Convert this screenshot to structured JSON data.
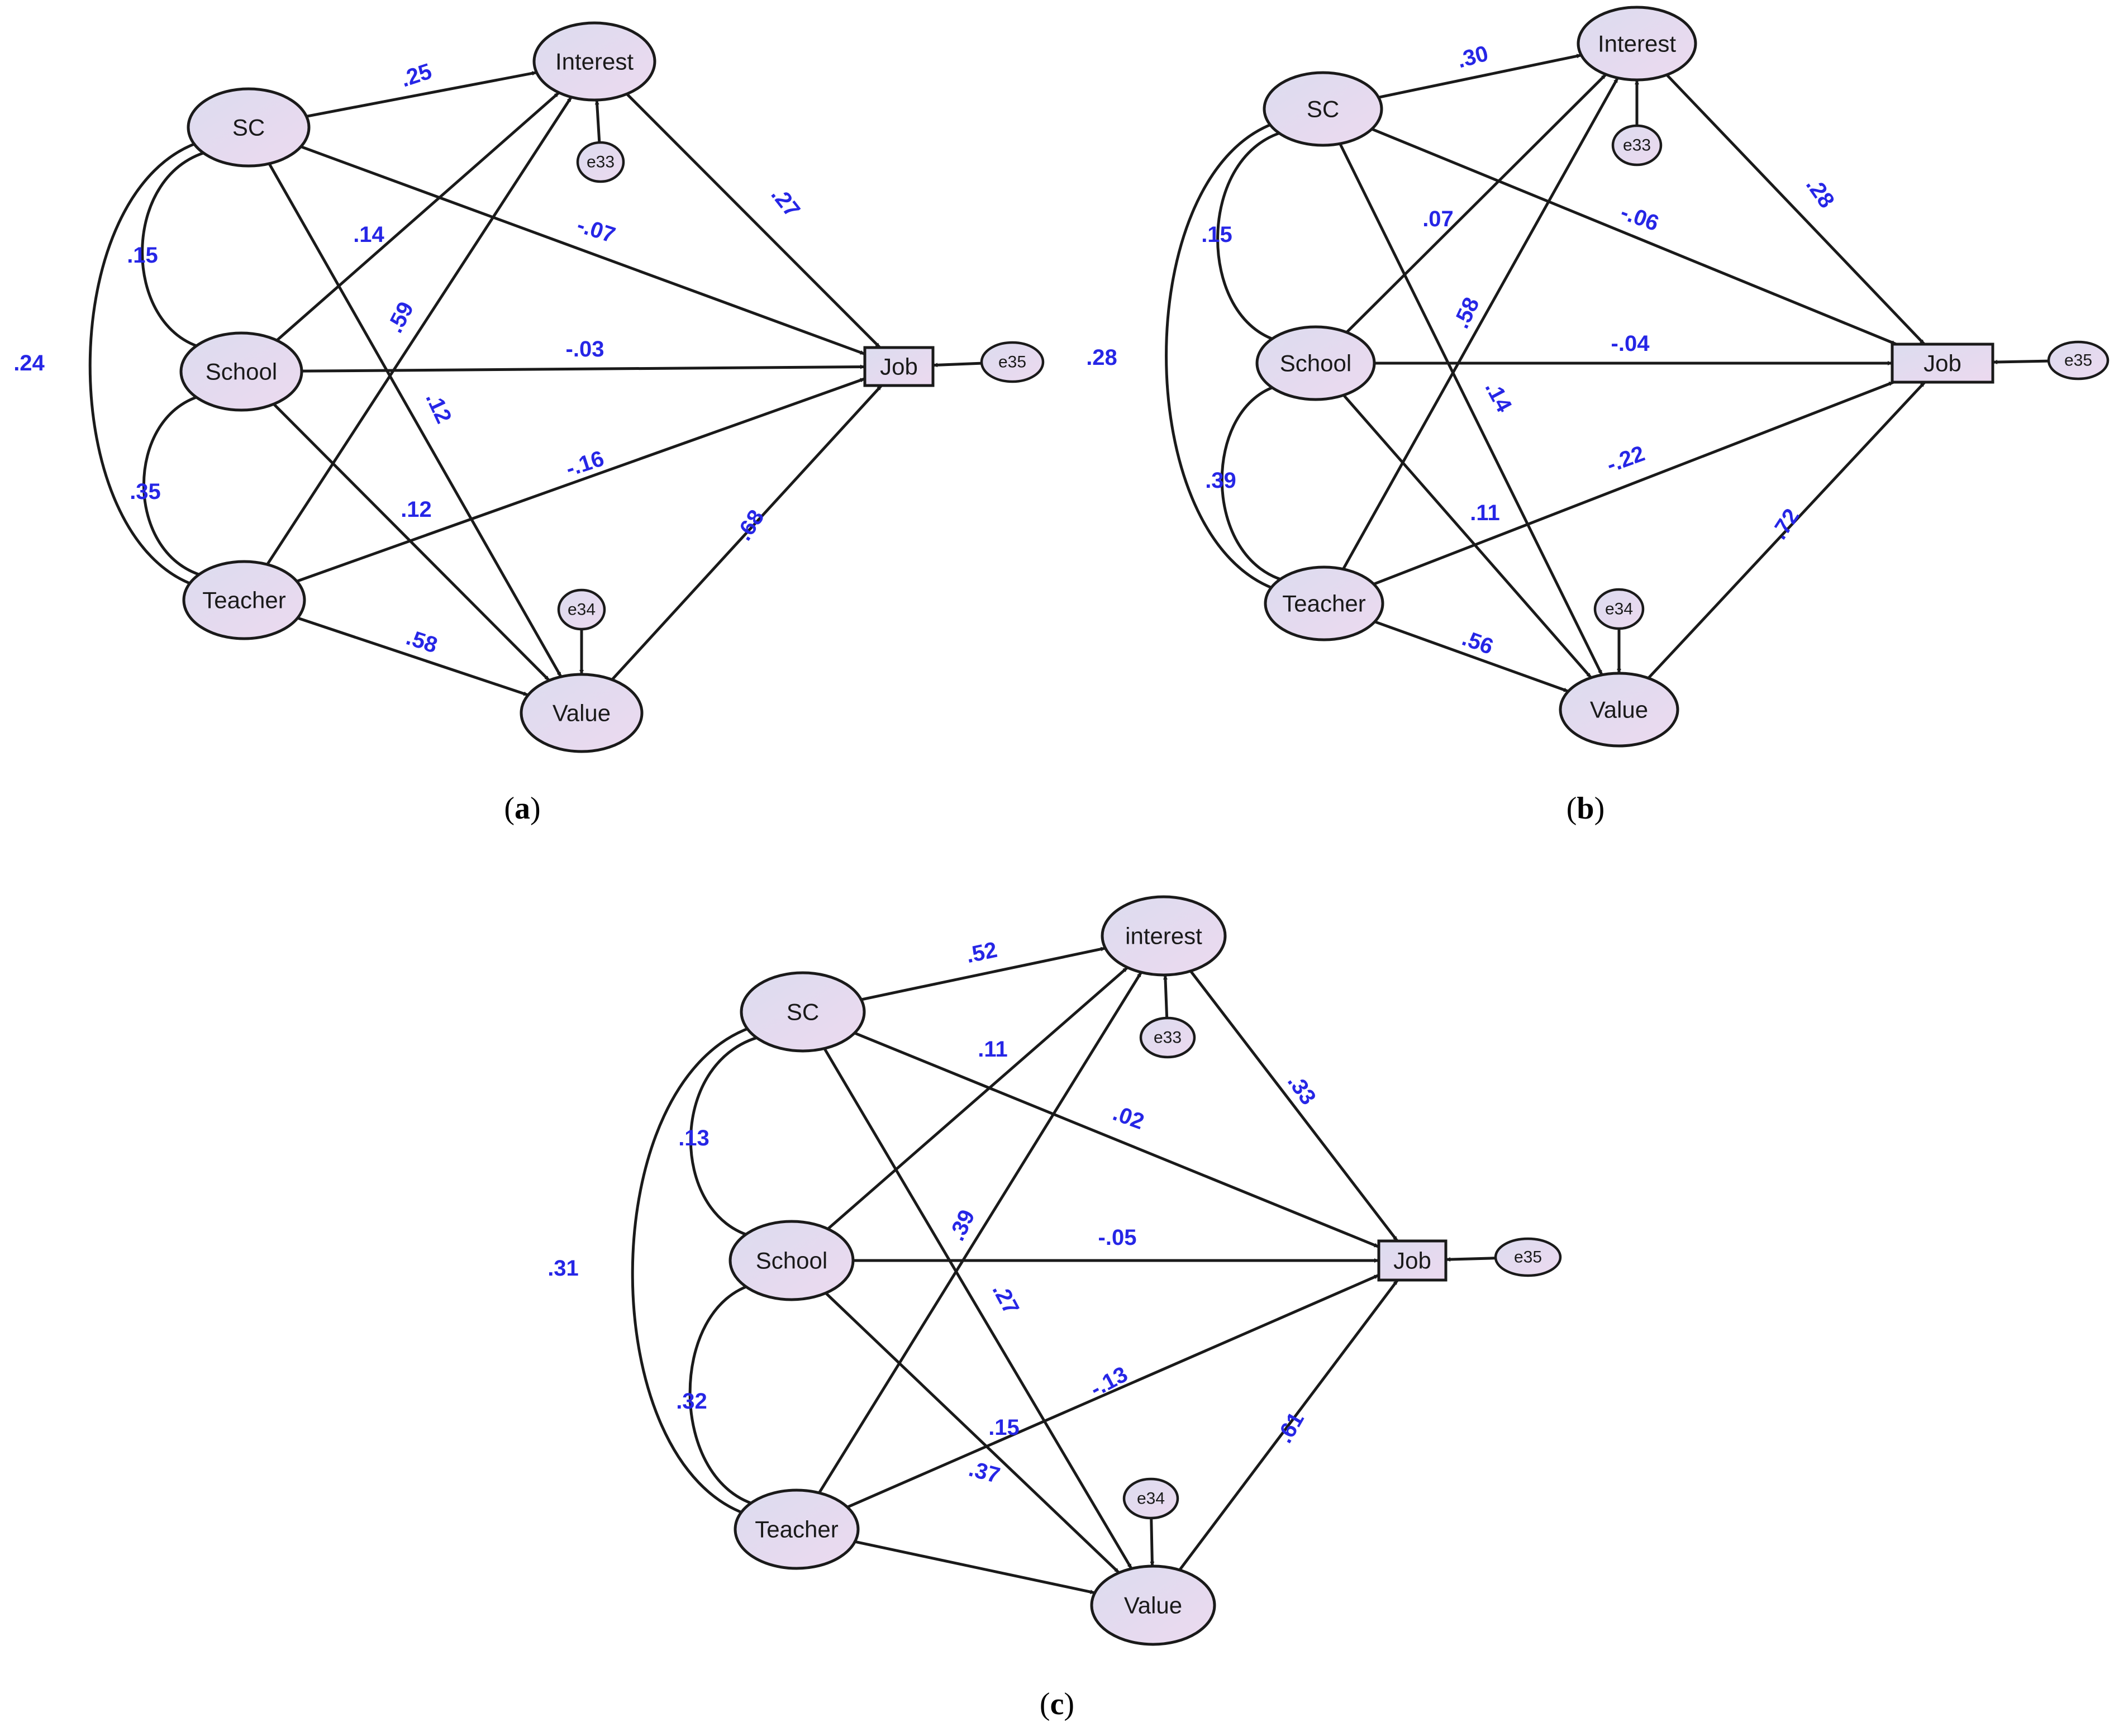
{
  "panels": [
    {
      "id": "a",
      "caption": "a",
      "nodes": {
        "sc": "SC",
        "school": "School",
        "teacher": "Teacher",
        "interest": "Interest",
        "value": "Value",
        "job": "Job",
        "e33": "e33",
        "e34": "e34",
        "e35": "e35"
      },
      "paths": {
        "sc_interest": ".25",
        "sc_job": "-.07",
        "sc_value": ".12",
        "school_interest": ".14",
        "school_job": "-.03",
        "school_value": ".12",
        "teacher_interest": ".59",
        "teacher_job": "-.16",
        "teacher_value": ".58",
        "interest_job": ".27",
        "value_job": ".68"
      },
      "correlations": {
        "sc_school": ".15",
        "school_teacher": ".35",
        "sc_teacher": ".24"
      }
    },
    {
      "id": "b",
      "caption": "b",
      "nodes": {
        "sc": "SC",
        "school": "School",
        "teacher": "Teacher",
        "interest": "Interest",
        "value": "Value",
        "job": "Job",
        "e33": "e33",
        "e34": "e34",
        "e35": "e35"
      },
      "paths": {
        "sc_interest": ".30",
        "sc_job": "-.06",
        "sc_value": ".14",
        "school_interest": ".07",
        "school_job": "-.04",
        "school_value": ".11",
        "teacher_interest": ".58",
        "teacher_job": "-.22",
        "teacher_value": ".56",
        "interest_job": ".28",
        "value_job": ".72"
      },
      "correlations": {
        "sc_school": ".15",
        "school_teacher": ".39",
        "sc_teacher": ".28"
      }
    },
    {
      "id": "c",
      "caption": "c",
      "nodes": {
        "sc": "SC",
        "school": "School",
        "teacher": "Teacher",
        "interest": "interest",
        "value": "Value",
        "job": "Job",
        "e33": "e33",
        "e34": "e34",
        "e35": "e35"
      },
      "paths": {
        "sc_interest": ".52",
        "sc_job": ".02",
        "sc_value": ".27",
        "school_interest": ".11",
        "school_job": "-.05",
        "school_value": ".15",
        "teacher_interest": ".39",
        "teacher_job": "-.13",
        "teacher_value": ".37",
        "interest_job": ".33",
        "value_job": ".61"
      },
      "correlations": {
        "sc_school": ".13",
        "school_teacher": ".32",
        "sc_teacher": ".31"
      }
    }
  ]
}
